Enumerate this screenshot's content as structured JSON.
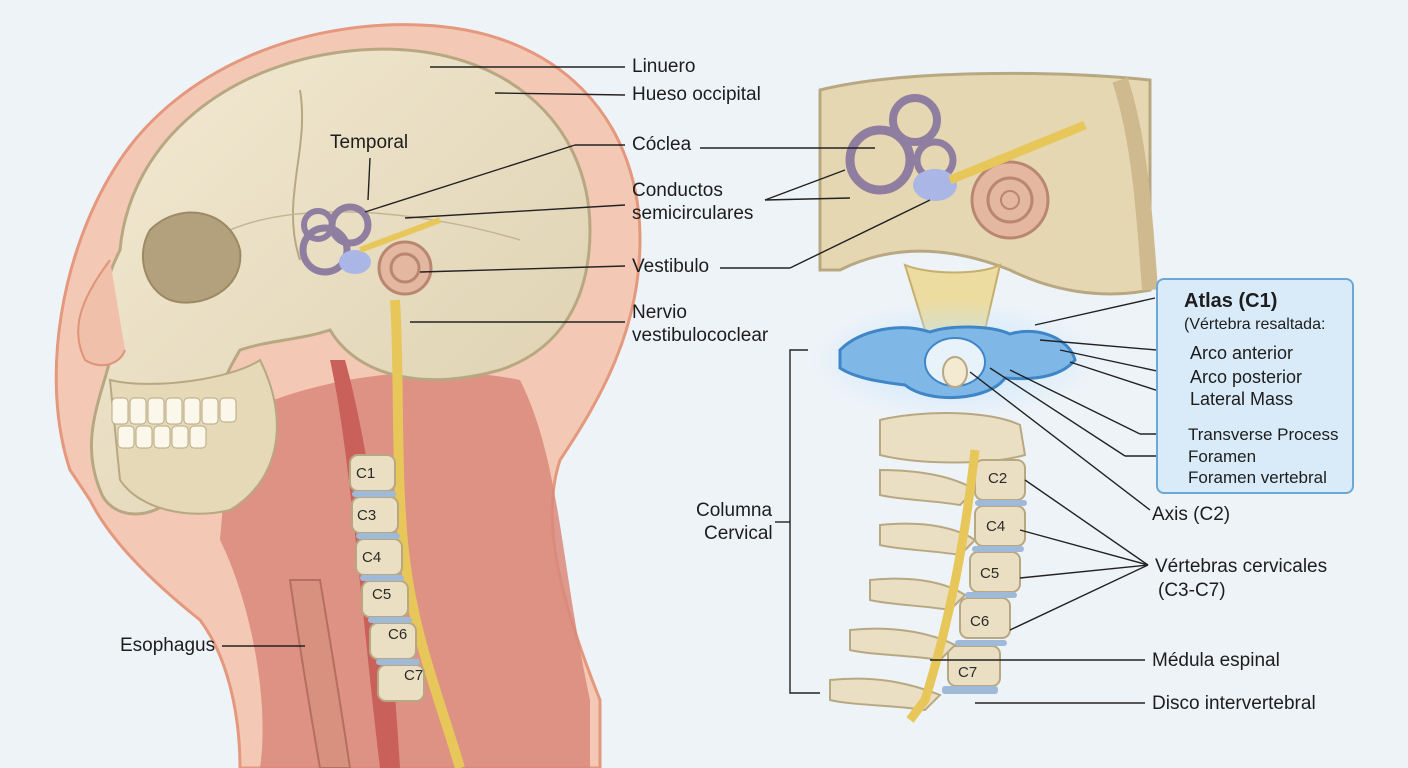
{
  "colors": {
    "bone": "#eadfc3",
    "skin": "#f3c9b6",
    "muscle": "#c9605a",
    "nerve": "#e8c75a",
    "highlight": "#6fb4e8",
    "callout_border": "#6aa9d6",
    "callout_fill": "#d9ebf8"
  },
  "head_labels": {
    "linuero": "Linuero",
    "hueso_occipital": "Hueso occipital",
    "temporal": "Temporal",
    "coclea": "Cóclea",
    "conductos_1": "Conductos",
    "conductos_2": "semicirculares",
    "vestibulo": "Vestibulo",
    "nervio_1": "Nervio",
    "nervio_2": "vestibulococlear",
    "esophagus": "Esophagus"
  },
  "vertebra_labels_left": [
    "C1",
    "C3",
    "C4",
    "C5",
    "C6",
    "C7"
  ],
  "vertebra_labels_right": [
    "C2",
    "C4",
    "C5",
    "C6",
    "C7"
  ],
  "callout": {
    "title": "Atlas (C1)",
    "subtitle": "(Vértebra resaltada:",
    "items": [
      "Arco anterior",
      "Arco posterior",
      "Lateral Mass",
      "Transverse Process",
      "Foramen",
      "Foramen vertebral"
    ]
  },
  "spine_labels": {
    "columna_1": "Columna",
    "columna_2": "Cervical",
    "axis": "Axis (C2)",
    "vertebras_1": "Vértebras cervicales",
    "vertebras_2": "(C3-C7)",
    "medula": "Médula espinal",
    "disco": "Disco intervertebral"
  }
}
